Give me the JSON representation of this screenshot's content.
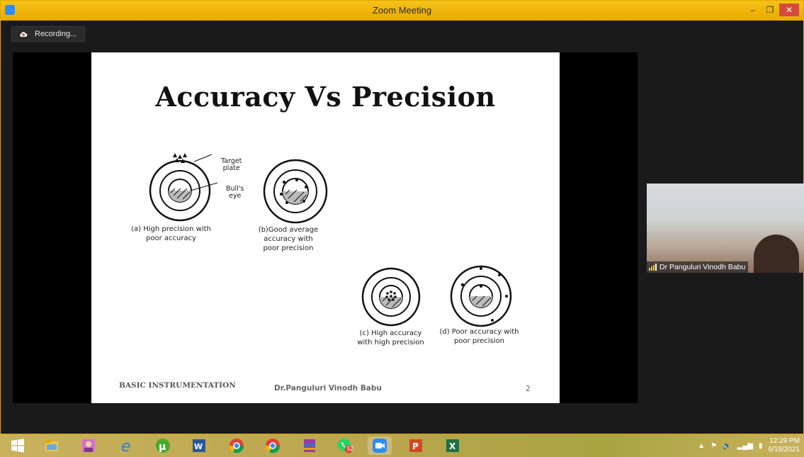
{
  "window": {
    "title": "Zoom Meeting"
  },
  "recording": {
    "label": "Recording..."
  },
  "slide": {
    "title": "Accuracy Vs Precision",
    "figures": {
      "a": {
        "caption_line1": "(a) High precision with",
        "caption_line2": "poor accuracy",
        "callout_target_1": "Target",
        "callout_target_2": "plate",
        "callout_bulls_1": "Bull's",
        "callout_bulls_2": "eye"
      },
      "b": {
        "caption_line1": "(b)Good average",
        "caption_line2": "accuracy with",
        "caption_line3": "poor precision"
      },
      "c": {
        "caption_line1": "(c) High accuracy",
        "caption_line2": "with high precision"
      },
      "d": {
        "caption_line1": "(d) Poor accuracy with",
        "caption_line2": "poor precision"
      }
    },
    "footer": {
      "left": "BASIC INSTRUMENTATION",
      "author": "Dr.Panguluri Vinodh Babu",
      "page": "2"
    }
  },
  "participant": {
    "name": "Dr Panguluri Vinodh Babu"
  },
  "taskbar": {
    "icons": [
      "windows-start-icon",
      "file-explorer-icon",
      "photo-app-icon",
      "internet-explorer-icon",
      "utorrent-icon",
      "word-icon",
      "chrome-profile-icon",
      "chrome-icon",
      "winrar-icon",
      "whatsapp-icon",
      "zoom-icon",
      "powerpoint-icon",
      "excel-icon"
    ],
    "whatsapp_badge": "52",
    "clock_time": "12:29 PM",
    "clock_date": "6/18/2021"
  },
  "colors": {
    "titlebar": "#f2b705",
    "close": "#d64a3a",
    "zoom_blue": "#2d8cff"
  }
}
